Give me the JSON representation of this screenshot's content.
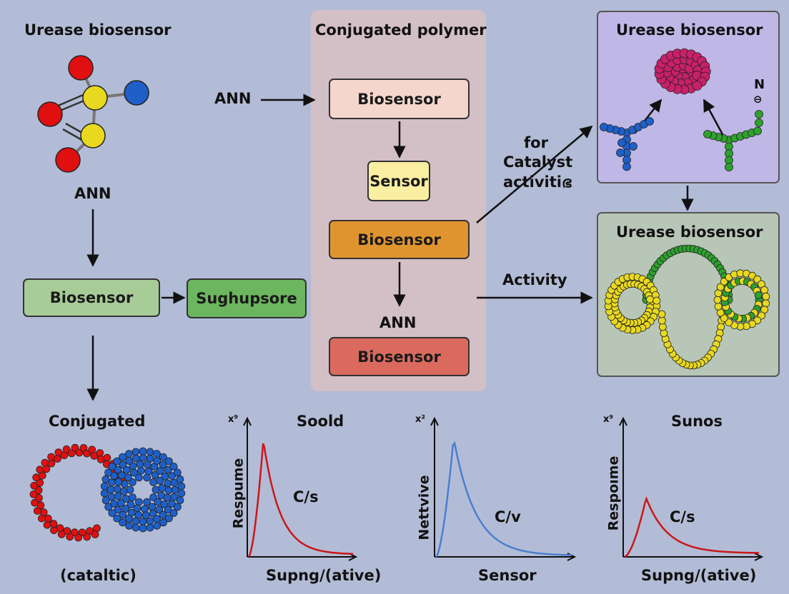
{
  "left": {
    "title": "Urease biosensor",
    "ann_label": "ANN",
    "biosensor_box": "Biosensor",
    "green_box": "Sughupsore",
    "bottom_title": "Conjugated",
    "bottom_caption": "(cataltic)"
  },
  "center": {
    "title": "Conjugated polymer",
    "ann_input": "ANN",
    "box1": "Biosensor",
    "box2": "Sensor",
    "box3": "Biosensor",
    "ann_label": "ANN",
    "box4": "Biosensor",
    "arrow_label_line1": "for",
    "arrow_label_line2": "Catalyst",
    "arrow_label_line3": "activitiഭ",
    "activity_label": "Activity"
  },
  "right": {
    "top_title": "Urease biosensor",
    "n_label": "N",
    "n_charge": "⊖",
    "bottom_title": "Urease biosensor"
  },
  "colors": {
    "background": "#b3bcd6",
    "center_panel": "#d8bfc3",
    "red_atom": "#e01010",
    "yellow_atom": "#e8d820",
    "blue_atom": "#1e5fc8",
    "green_node": "#2ea12e",
    "magenta_cluster": "#c8206a",
    "red_curve": "#c81818",
    "blue_curve": "#4a7fd0"
  },
  "chart_data": [
    {
      "type": "line",
      "title": "Soold",
      "xlabel": "Supng/(ative)",
      "ylabel": "Respume",
      "y_axis_marker": "x⁹",
      "annotation": "C/s",
      "series": [
        {
          "color": "#c81818",
          "peak_x": 0.14,
          "peak_y": 0.95,
          "tail_y": 0.02
        }
      ]
    },
    {
      "type": "line",
      "title": "",
      "xlabel": "Sensor",
      "ylabel": "Nettvive",
      "y_axis_marker": "x²",
      "annotation": "C/v",
      "series": [
        {
          "color": "#4a7fd0",
          "peak_x": 0.13,
          "peak_y": 0.97,
          "tail_y": 0.01
        }
      ]
    },
    {
      "type": "line",
      "title": "Sunos",
      "xlabel": "Supng/(ative)",
      "ylabel": "Respoıme",
      "y_axis_marker": "x⁹",
      "annotation": "C/s",
      "series": [
        {
          "color": "#c81818",
          "peak_x": 0.16,
          "peak_y": 0.48,
          "tail_y": 0.03
        }
      ]
    }
  ]
}
